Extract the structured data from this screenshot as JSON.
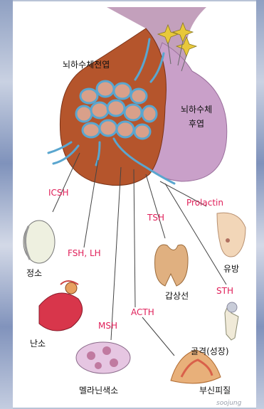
{
  "labels": {
    "anterior": "뇌하수체전엽",
    "posterior_line1": "뇌하수체",
    "posterior_line2": "후엽"
  },
  "hormones": {
    "icsh": "ICSH",
    "fsh_lh": "FSH, LH",
    "msh": "MSH",
    "acth": "ACTH",
    "tsh": "TSH",
    "prolactin": "Prolactin",
    "sth": "STH"
  },
  "targets": {
    "testis": "정소",
    "ovary": "난소",
    "melanocyte": "멜라닌색소",
    "adrenal_cortex": "부신피질",
    "thyroid": "갑상선",
    "mammary": "유방",
    "bone": "골격(성장)"
  },
  "credit": "soojung",
  "colors": {
    "anterior_lobe": "#b5552c",
    "posterior_lobe": "#c9a0c9",
    "vessels": "#5aa6cf",
    "hormone_text": "#e0205a"
  }
}
